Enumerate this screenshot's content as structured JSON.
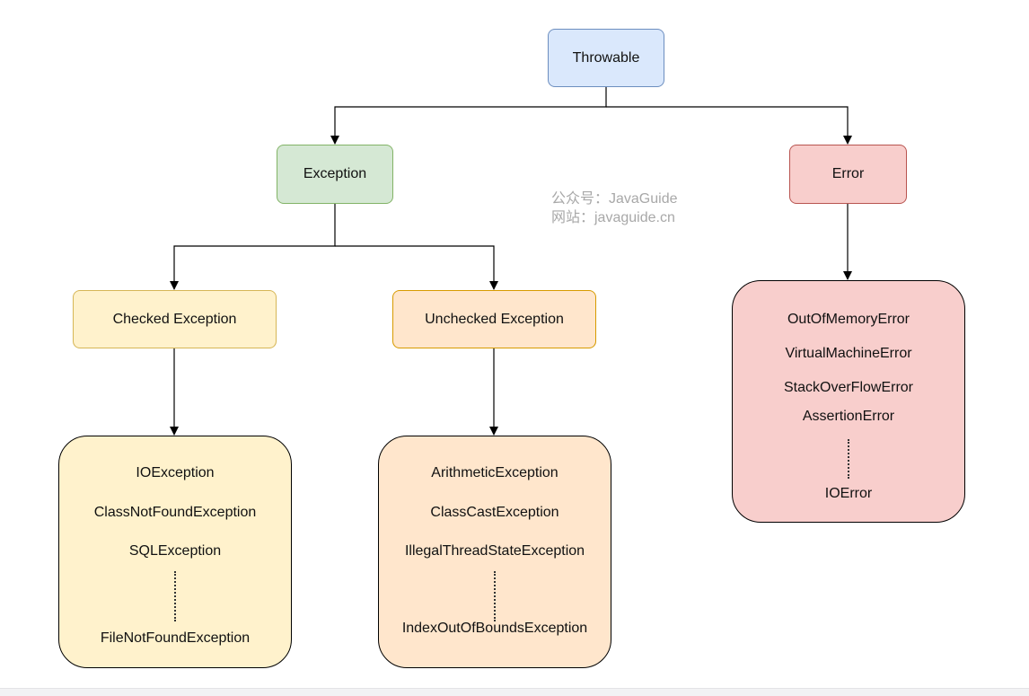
{
  "nodes": {
    "throwable": "Throwable",
    "exception": "Exception",
    "error": "Error",
    "checked": "Checked Exception",
    "unchecked": "Unchecked Exception"
  },
  "checked_examples": [
    "IOException",
    "ClassNotFoundException",
    "SQLException",
    "FileNotFoundException"
  ],
  "unchecked_examples": [
    "ArithmeticException",
    "ClassCastException",
    "IllegalThreadStateException",
    "IndexOutOfBoundsException"
  ],
  "error_examples": [
    "OutOfMemoryError",
    "VirtualMachineError",
    "StackOverFlowError",
    "AssertionError",
    "IOError"
  ],
  "watermark": {
    "line1": "公众号：JavaGuide",
    "line2": "网站：javaguide.cn"
  },
  "colors": {
    "throwable_fill": "#dae8fc",
    "exception_fill": "#d5e8d4",
    "error_fill": "#f8cecc",
    "checked_fill": "#fff2cc",
    "unchecked_fill": "#ffe6cc",
    "connector": "#000000"
  }
}
